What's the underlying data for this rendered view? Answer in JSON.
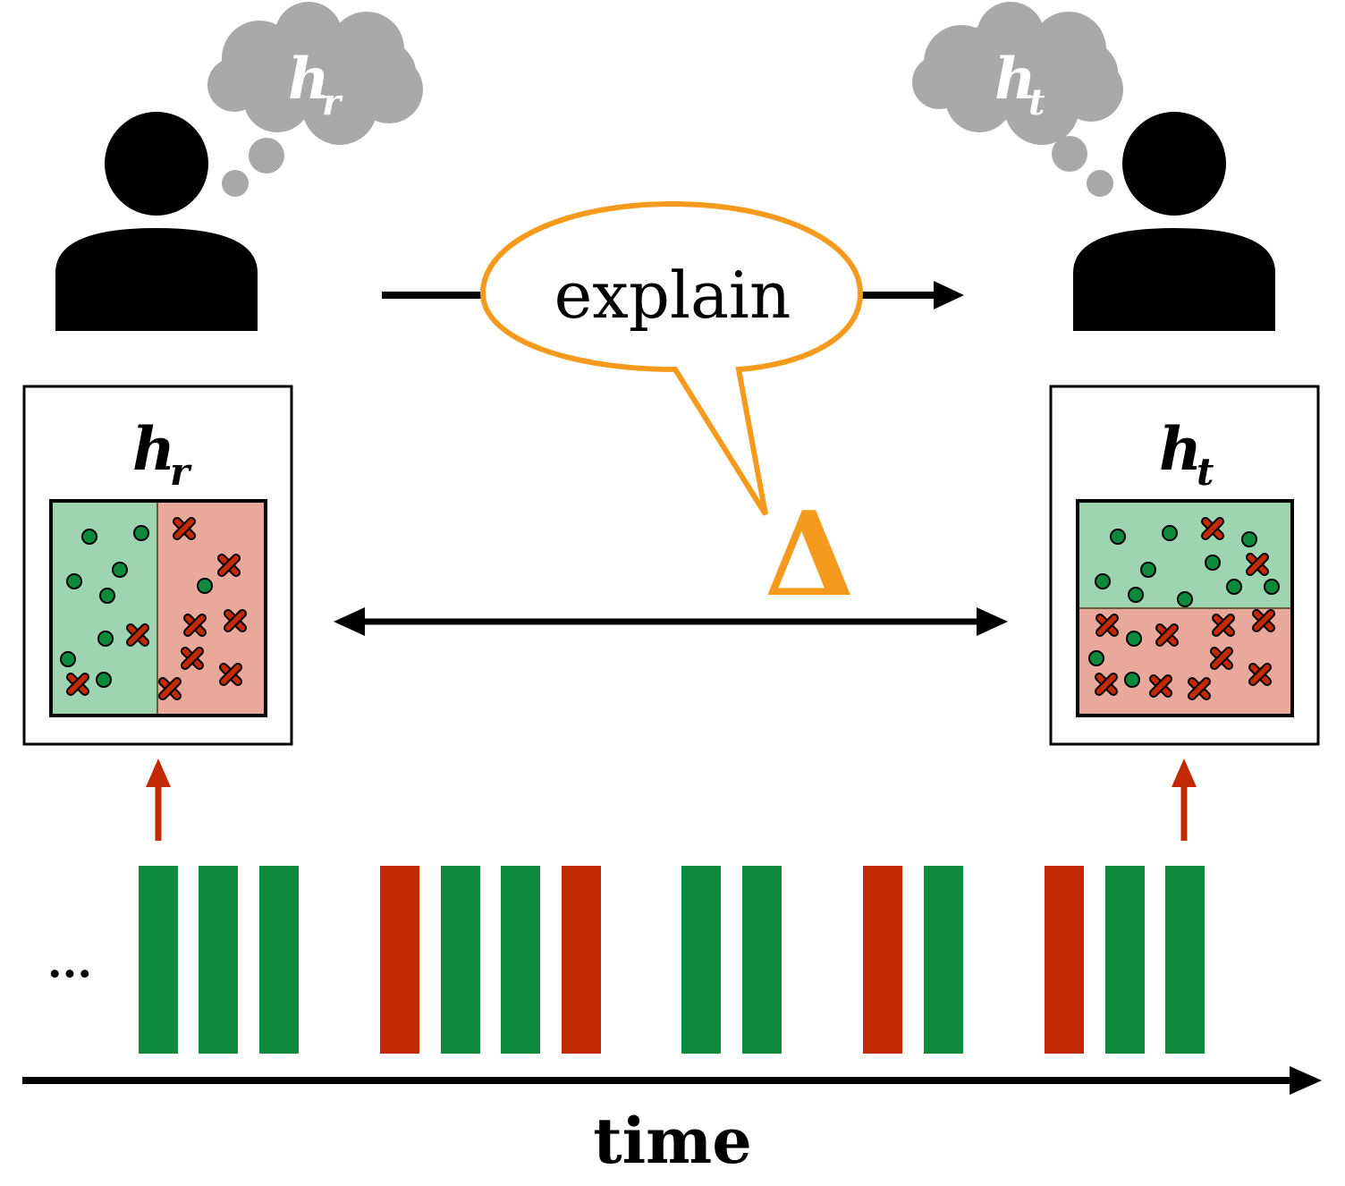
{
  "labels": {
    "explain": "explain",
    "delta": "Δ",
    "time": "time",
    "ellipsis": "···",
    "left_symbol": "h",
    "left_sub": "r",
    "right_symbol": "h",
    "right_sub": "t"
  },
  "colors": {
    "green": "#0e8a3c",
    "red": "#c22a06",
    "region_green": "#9fd4b0",
    "region_red": "#e9a99a",
    "orange": "#f59a1d",
    "cloud": "#a9a9a9",
    "black": "#000000"
  },
  "timeline": [
    "green",
    "green",
    "green",
    "red",
    "green",
    "green",
    "red",
    "green",
    "green",
    "red",
    "green",
    "red",
    "green",
    "green"
  ]
}
